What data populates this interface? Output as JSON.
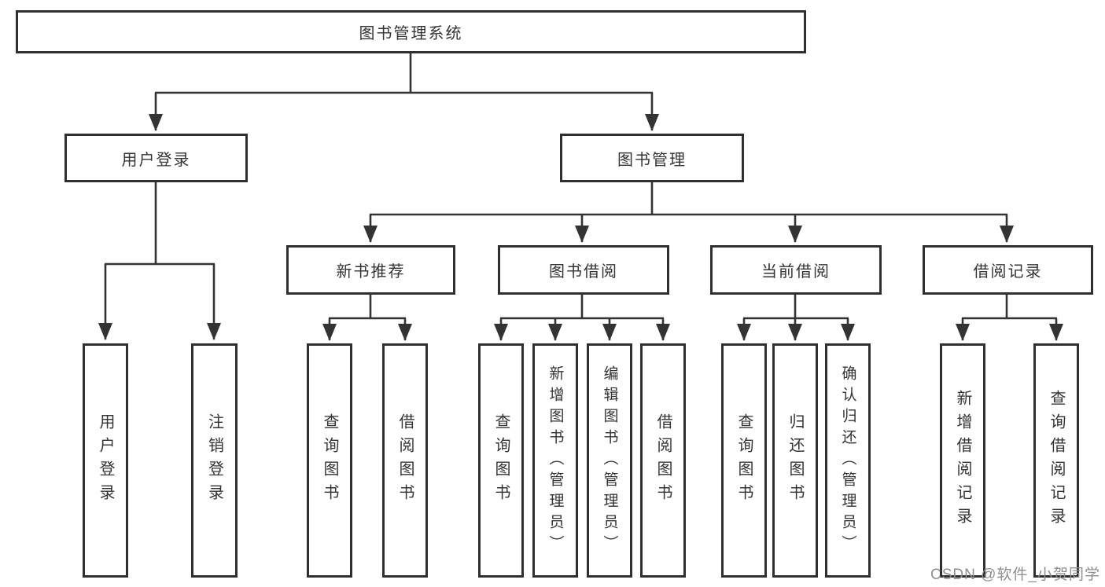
{
  "colors": {
    "line": "#333333",
    "box_border": "#2f2f2f",
    "text": "#333333",
    "background": "#ffffff",
    "watermark": "#8f8f8f"
  },
  "nodes": {
    "root": {
      "label": "图书管理系统"
    },
    "level2": [
      {
        "label": "用户登录"
      },
      {
        "label": "图书管理"
      }
    ],
    "level3": [
      {
        "label": "新书推荐"
      },
      {
        "label": "图书借阅"
      },
      {
        "label": "当前借阅"
      },
      {
        "label": "借阅记录"
      }
    ],
    "leaves": {
      "user_login": [
        "用户登录",
        "注销登录"
      ],
      "new_book": [
        "查询图书",
        "借阅图书"
      ],
      "book_borrow": [
        "查询图书",
        "新增图书（管理员）",
        "编辑图书（管理员）",
        "借阅图书"
      ],
      "current_borrow": [
        "查询图书",
        "归还图书",
        "确认归还（管理员）"
      ],
      "borrow_record": [
        "新增借阅记录",
        "查询借阅记录"
      ]
    }
  },
  "watermark": {
    "text": "CSDN @软件_小贺同学"
  }
}
